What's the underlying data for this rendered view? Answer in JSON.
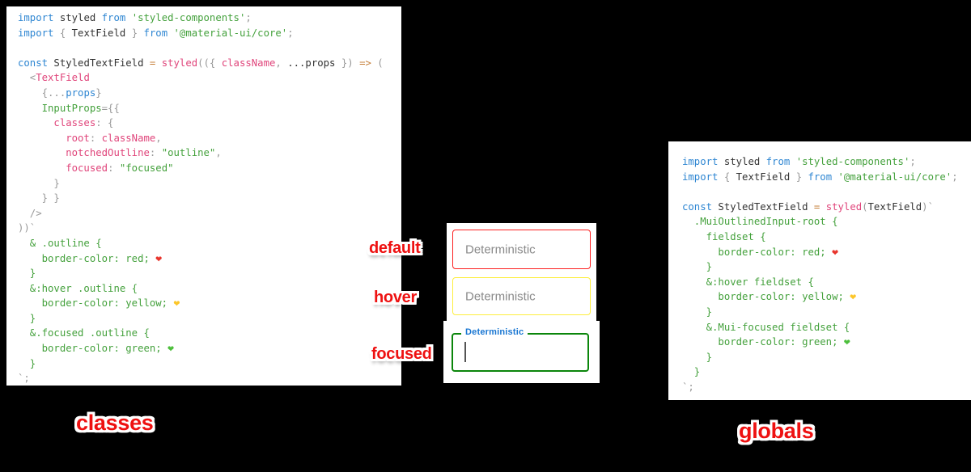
{
  "labels": {
    "default": "default",
    "hover": "hover",
    "focused": "focused",
    "classes": "classes",
    "globals": "globals"
  },
  "fields": {
    "default": {
      "placeholder": "Deterministic"
    },
    "hover": {
      "placeholder": "Deterministic"
    },
    "focused": {
      "label": "Deterministic",
      "value": ""
    }
  },
  "colors": {
    "default_border": "#fc2121",
    "hover_border": "#fdee3d",
    "focused_border": "#0b860b",
    "focused_label": "#1976d2",
    "placeholder_text": "#8a8a8a",
    "label_red": "#ee1111",
    "heart_red": "#e8342c",
    "heart_yellow": "#fcc62a",
    "heart_green": "#4dbf3c",
    "tk_kw": "#2e86d2",
    "tk_id": "#333333",
    "tk_pn": "#999999",
    "tk_grn": "#44a13c",
    "tk_pink": "#e0457b",
    "tk_org": "#c57f3a"
  },
  "code": {
    "classes": {
      "lines": [
        [
          [
            "kw",
            "import "
          ],
          [
            "id",
            "styled "
          ],
          [
            "kw",
            "from "
          ],
          [
            "grn",
            "'styled-components'"
          ],
          [
            "pn",
            ";"
          ]
        ],
        [
          [
            "kw",
            "import "
          ],
          [
            "pn",
            "{ "
          ],
          [
            "id",
            "TextField "
          ],
          [
            "pn",
            "} "
          ],
          [
            "kw",
            "from "
          ],
          [
            "grn",
            "'@material-ui/core'"
          ],
          [
            "pn",
            ";"
          ]
        ],
        [],
        [
          [
            "kw",
            "const "
          ],
          [
            "id",
            "StyledTextField "
          ],
          [
            "org",
            "= "
          ],
          [
            "pink",
            "styled"
          ],
          [
            "pn",
            "(({ "
          ],
          [
            "pink",
            "className"
          ],
          [
            "pn",
            ", "
          ],
          [
            "id",
            "...props "
          ],
          [
            "pn",
            "}) "
          ],
          [
            "org",
            "=> "
          ],
          [
            "pn",
            "("
          ]
        ],
        [
          [
            "pn",
            "  <"
          ],
          [
            "pink",
            "TextField"
          ]
        ],
        [
          [
            "pn",
            "    {..."
          ],
          [
            "kw",
            "props"
          ],
          [
            "pn",
            "}"
          ]
        ],
        [
          [
            "grn",
            "    InputProps"
          ],
          [
            "pn",
            "={{"
          ]
        ],
        [
          [
            "pink",
            "      classes"
          ],
          [
            "pn",
            ": {"
          ]
        ],
        [
          [
            "pink",
            "        root"
          ],
          [
            "pn",
            ": "
          ],
          [
            "pink",
            "className"
          ],
          [
            "pn",
            ","
          ]
        ],
        [
          [
            "pink",
            "        notchedOutline"
          ],
          [
            "pn",
            ": "
          ],
          [
            "grn",
            "\"outline\""
          ],
          [
            "pn",
            ","
          ]
        ],
        [
          [
            "pink",
            "        focused"
          ],
          [
            "pn",
            ": "
          ],
          [
            "grn",
            "\"focused\""
          ]
        ],
        [
          [
            "pn",
            "      }"
          ]
        ],
        [
          [
            "pn",
            "    } }"
          ]
        ],
        [
          [
            "pn",
            "  />"
          ]
        ],
        [
          [
            "pn",
            "))`"
          ]
        ],
        [
          [
            "grn",
            "  & .outline {"
          ]
        ],
        [
          [
            "grn",
            "    border-color: red; "
          ],
          [
            "hred",
            "❤"
          ]
        ],
        [
          [
            "grn",
            "  }"
          ]
        ],
        [
          [
            "grn",
            "  &:hover .outline {"
          ]
        ],
        [
          [
            "grn",
            "    border-color: yellow; "
          ],
          [
            "hyel",
            "❤"
          ]
        ],
        [
          [
            "grn",
            "  }"
          ]
        ],
        [
          [
            "grn",
            "  &.focused .outline {"
          ]
        ],
        [
          [
            "grn",
            "    border-color: green; "
          ],
          [
            "hgrn",
            "❤"
          ]
        ],
        [
          [
            "grn",
            "  }"
          ]
        ],
        [
          [
            "pn",
            "`;"
          ]
        ]
      ]
    },
    "globals": {
      "lines": [
        [
          [
            "kw",
            "import "
          ],
          [
            "id",
            "styled "
          ],
          [
            "kw",
            "from "
          ],
          [
            "grn",
            "'styled-components'"
          ],
          [
            "pn",
            ";"
          ]
        ],
        [
          [
            "kw",
            "import "
          ],
          [
            "pn",
            "{ "
          ],
          [
            "id",
            "TextField "
          ],
          [
            "pn",
            "} "
          ],
          [
            "kw",
            "from "
          ],
          [
            "grn",
            "'@material-ui/core'"
          ],
          [
            "pn",
            ";"
          ]
        ],
        [],
        [
          [
            "kw",
            "const "
          ],
          [
            "id",
            "StyledTextField "
          ],
          [
            "org",
            "= "
          ],
          [
            "pink",
            "styled"
          ],
          [
            "pn",
            "("
          ],
          [
            "id",
            "TextField"
          ],
          [
            "pn",
            ")`"
          ]
        ],
        [
          [
            "grn",
            "  .MuiOutlinedInput-root {"
          ]
        ],
        [
          [
            "grn",
            "    fieldset {"
          ]
        ],
        [
          [
            "grn",
            "      border-color: red; "
          ],
          [
            "hred",
            "❤"
          ]
        ],
        [
          [
            "grn",
            "    }"
          ]
        ],
        [
          [
            "grn",
            "    &:hover fieldset {"
          ]
        ],
        [
          [
            "grn",
            "      border-color: yellow; "
          ],
          [
            "hyel",
            "❤"
          ]
        ],
        [
          [
            "grn",
            "    }"
          ]
        ],
        [
          [
            "grn",
            "    &.Mui-focused fieldset {"
          ]
        ],
        [
          [
            "grn",
            "      border-color: green; "
          ],
          [
            "hgrn",
            "❤"
          ]
        ],
        [
          [
            "grn",
            "    }"
          ]
        ],
        [
          [
            "grn",
            "  }"
          ]
        ],
        [
          [
            "pn",
            "`;"
          ]
        ]
      ]
    }
  }
}
